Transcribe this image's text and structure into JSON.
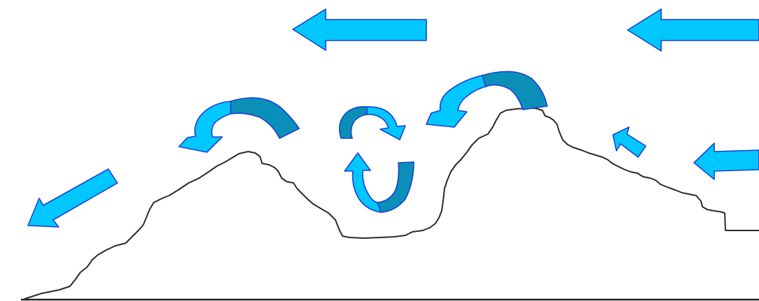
{
  "diagram": {
    "title": "",
    "colors": {
      "arrow_fill": "#00c8ff",
      "arrow_shade": "#0a90b8",
      "arrow_outline": "#1a3fd6",
      "terrain_line": "#2a2a2a",
      "background": "#ffffff"
    },
    "elements": [
      {
        "name": "wind-arrow-top-center",
        "kind": "straight-arrow",
        "direction": "left"
      },
      {
        "name": "wind-arrow-top-right",
        "kind": "straight-arrow",
        "direction": "left"
      },
      {
        "name": "wind-arrow-right-low",
        "kind": "straight-arrow",
        "direction": "left"
      },
      {
        "name": "small-arrow-ridge",
        "kind": "straight-arrow",
        "direction": "up-left"
      },
      {
        "name": "wind-arrow-far-left",
        "kind": "straight-arrow",
        "direction": "down-left"
      },
      {
        "name": "rotor-arrow-left-peak",
        "kind": "curved-arrow"
      },
      {
        "name": "rotor-arrow-right-peak",
        "kind": "curved-arrow"
      },
      {
        "name": "rotor-eddy-valley-top",
        "kind": "curved-arrow"
      },
      {
        "name": "rotor-eddy-valley-bottom",
        "kind": "curved-arrow"
      },
      {
        "name": "terrain-profile",
        "kind": "terrain-line"
      },
      {
        "name": "ground-baseline",
        "kind": "baseline"
      }
    ]
  }
}
